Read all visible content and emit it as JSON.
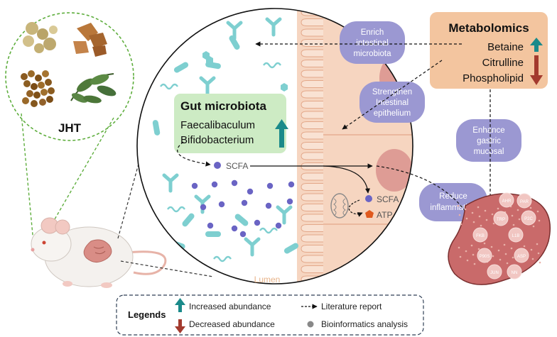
{
  "herbs": {
    "label": "JHT"
  },
  "gut_microbiota": {
    "title": "Gut microbiota",
    "items": [
      "Faecalibaculum",
      "Bifidobacterium"
    ],
    "trend": "increased"
  },
  "metabolomics": {
    "title": "Metabolomics",
    "items": [
      {
        "name": "Betaine",
        "trend": "increased"
      },
      {
        "name": "Citrulline",
        "trend": "decreased"
      },
      {
        "name": "Phospholipid",
        "trend": "decreased"
      }
    ]
  },
  "effects": {
    "enrich": [
      "Enrich",
      "intestinal",
      "microbiota"
    ],
    "strengthen": [
      "Strengthen",
      "Intestinal",
      "epithelium"
    ],
    "enhance": [
      "Enhance",
      "gastric",
      "mucosal"
    ],
    "reduce": [
      "Reduce",
      "inflammation"
    ]
  },
  "pathway": {
    "scfa": "SCFA",
    "scfa_cell": "SCFA",
    "atp": "ATP",
    "lumen": "Lumen"
  },
  "stomach_targets": [
    "AHR",
    "PAR",
    "TRP",
    "P2C",
    "FKB",
    "L1B",
    "P90S",
    "ASP",
    "JUN",
    "NN"
  ],
  "legend": {
    "title": "Legends",
    "increased": "Increased abundance",
    "decreased": "Decreased abundance",
    "literature": "Literature report",
    "bioinformatics": "Bioinformatics analysis"
  },
  "colors": {
    "teal": "#1a8a8a",
    "red": "#a33a2e",
    "bubble": "#9b98d2",
    "green_box": "#cdebc4",
    "orange_box": "#f3c59f",
    "cell": "#f6d5c0",
    "dot": "#6a64c4",
    "microbe": "#7ecfd0",
    "stomach": "#c96a6a"
  }
}
